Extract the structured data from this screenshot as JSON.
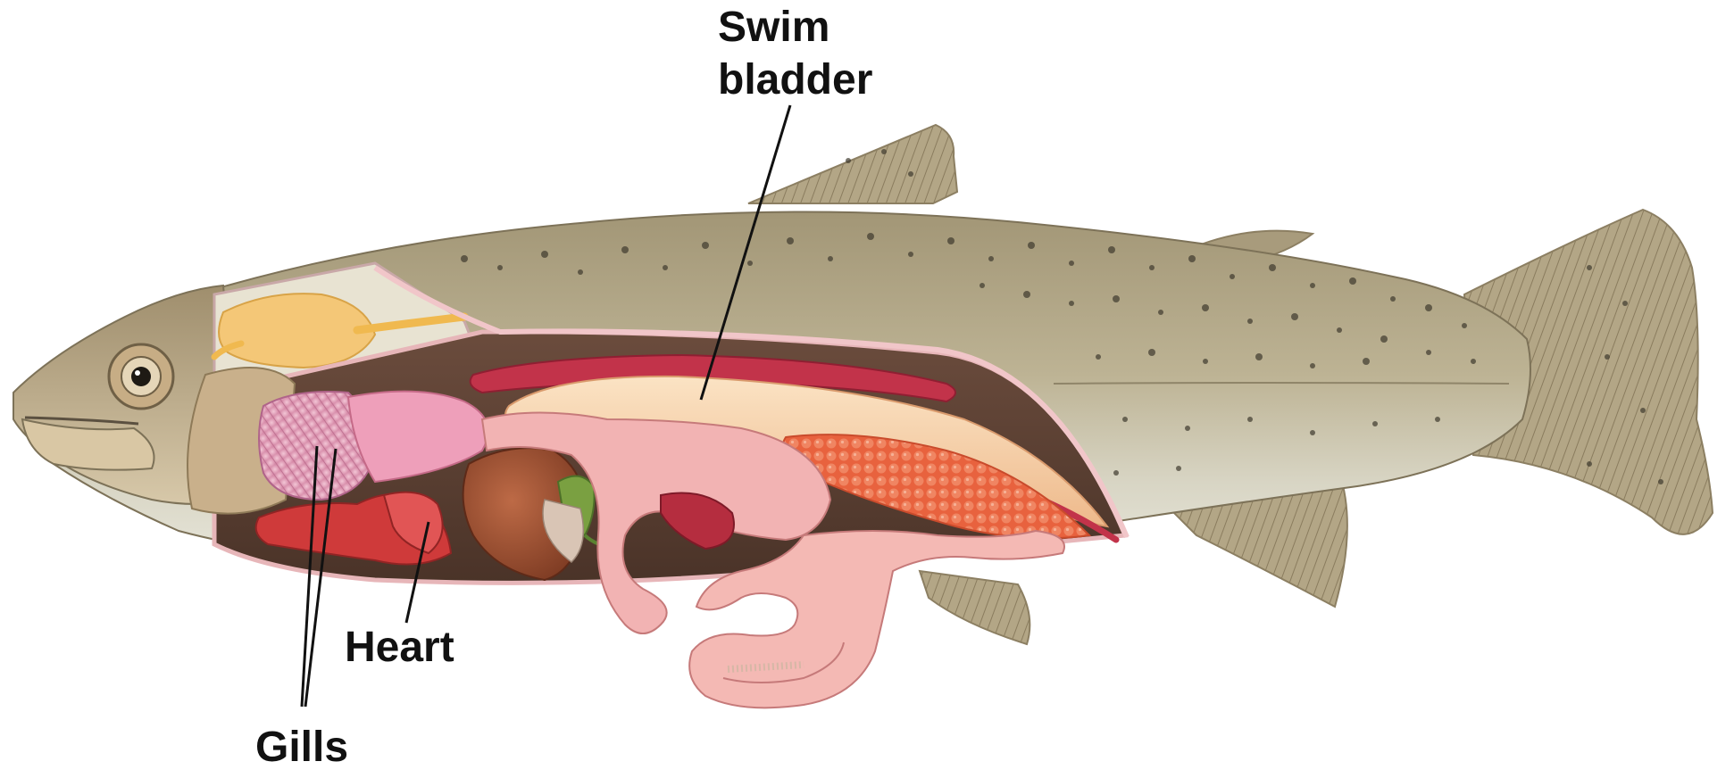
{
  "diagram": {
    "labels": {
      "swim_bladder_line1": "Swim",
      "swim_bladder_line2": "bladder",
      "heart": "Heart",
      "gills": "Gills"
    },
    "colors": {
      "background": "#ffffff",
      "label_text": "#111111",
      "leader_line": "#111111",
      "body_skin": "#b5aa8a",
      "belly": "#e6e4d6",
      "body_cavity": "#5a4034",
      "spots": "#3f3a2e",
      "fins": "#a89b7c",
      "swim_bladder": "#f6d3ad",
      "heart": "#cf3a3a",
      "gills": "#e7a9c0",
      "liver": "#9a4a2c",
      "gallbladder": "#7aa041",
      "stomach_intestine": "#f2b3b3",
      "kidney": "#c2334a",
      "eggs": "#ea6b47",
      "brain": "#f4c777",
      "gill_cover": "#c9b08b"
    }
  }
}
